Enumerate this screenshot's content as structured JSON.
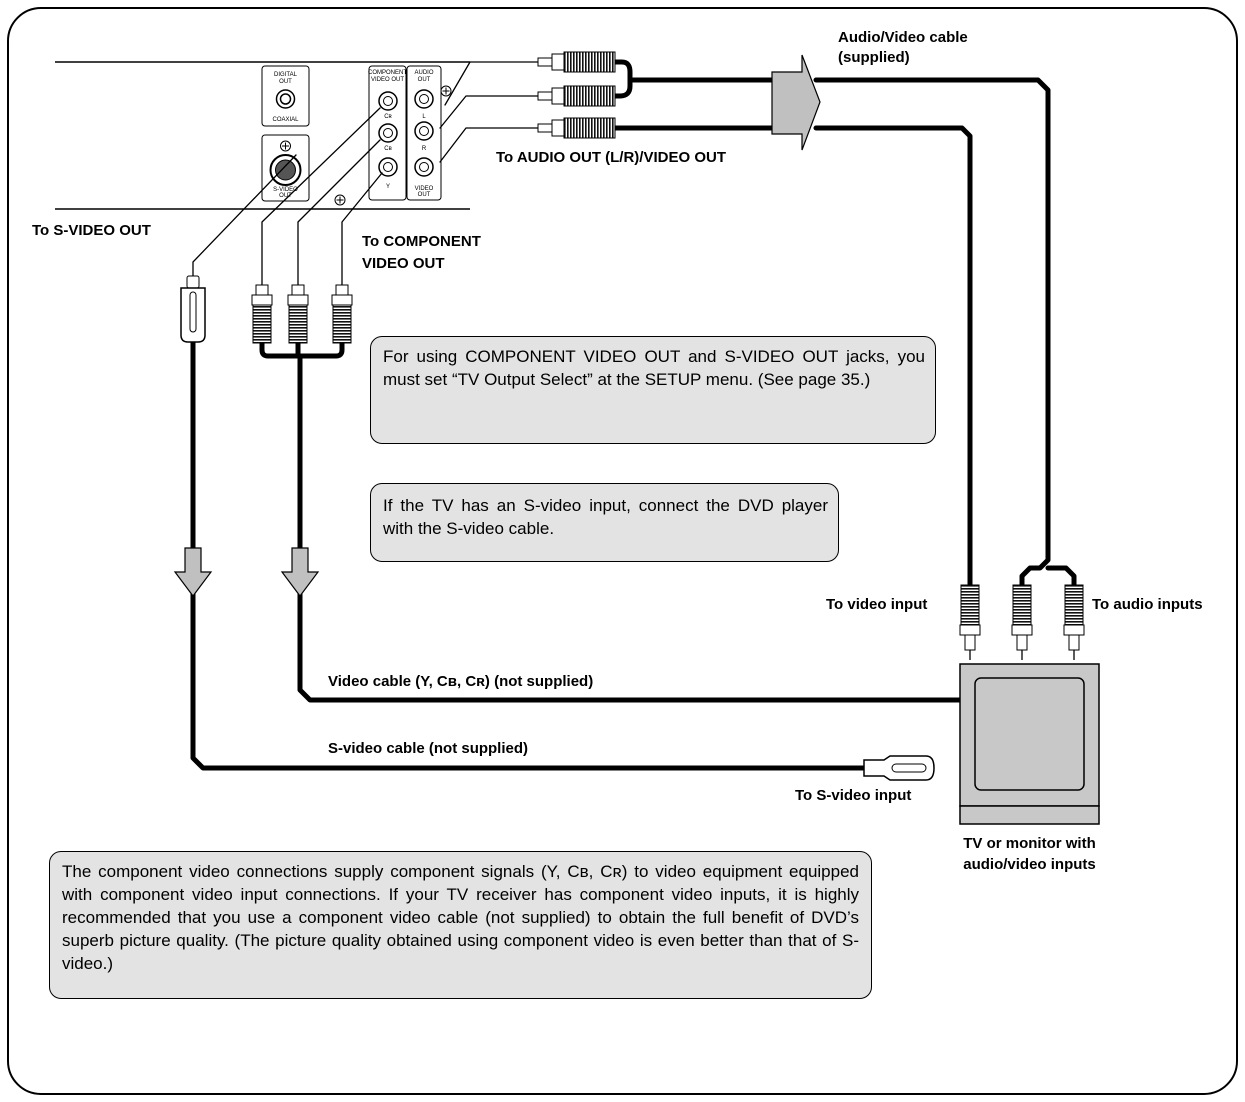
{
  "labels": {
    "av_cable": "Audio/Video cable",
    "av_supplied": "(supplied)",
    "to_audio_out": "To AUDIO OUT (L/R)/VIDEO OUT",
    "to_svideo_out": "To S-VIDEO OUT",
    "to_component": "To COMPONENT",
    "video_out": "VIDEO OUT",
    "to_video_input": "To video input",
    "to_audio_inputs": "To audio inputs",
    "video_cable": "Video cable (Y, Cʙ, Cʀ) (not supplied)",
    "svideo_cable": "S-video cable (not supplied)",
    "to_svideo_input": "To S-video input",
    "tv_line1": "TV or monitor with",
    "tv_line2": "audio/video inputs"
  },
  "panel": {
    "digital_out": "DIGITAL",
    "digital_out2": "OUT",
    "coaxial": "COAXIAL",
    "svideo": "S-VIDEO",
    "svideo2": "OUT",
    "component1": "COMPONENT",
    "component2": "VIDEO OUT",
    "audio_out1": "AUDIO",
    "audio_out2": "OUT",
    "jack_cr": "Cʀ",
    "jack_cb": "Cʙ",
    "jack_y": "Y",
    "jack_l": "L",
    "jack_r": "R",
    "video_out1": "VIDEO",
    "video_out2": "OUT"
  },
  "notes": {
    "setup": "For using COMPONENT VIDEO OUT and S-VIDEO OUT jacks, you must set “TV Output Select” at the SETUP menu. (See page 35.)",
    "svideo_tip": "If the TV has an S-video input, connect the DVD player with the S-video cable.",
    "component_info": "The component video connections supply component signals (Y, Cʙ, Cʀ) to video equipment equipped with component video input connections. If your TV receiver has component video inputs, it is highly recommended that you use a component video cable (not supplied) to obtain the full benefit of DVD’s superb picture quality. (The picture quality obtained using component video is even better than that of S-video.)"
  }
}
